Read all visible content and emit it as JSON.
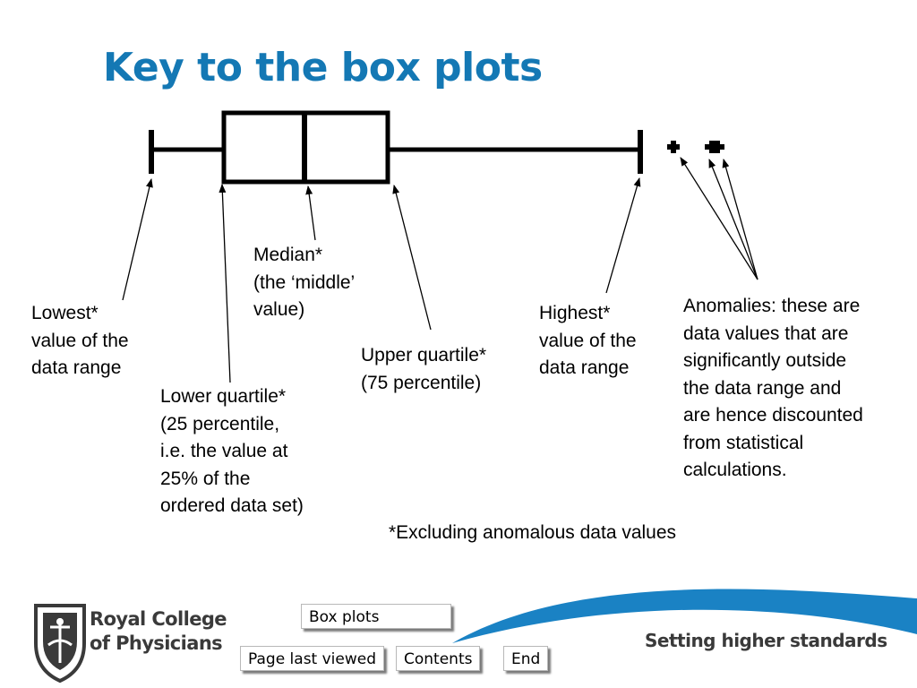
{
  "title": "Key to the box plots",
  "labels": {
    "lowest": "Lowest*\nvalue of the\ndata range",
    "median": "Median*\n(the ‘middle’\nvalue)",
    "lower_quartile": "Lower quartile*\n(25 percentile,\ni.e. the value at\n25% of the\nordered data set)",
    "upper_quartile": "Upper quartile*\n(75 percentile)",
    "highest": "Highest*\nvalue of the\ndata range",
    "anomalies": "Anomalies: these are\ndata values that are\nsignificantly outside\nthe data range and\nare hence discounted\nfrom statistical\ncalculations."
  },
  "footnote": "*Excluding anomalous data values",
  "nav": {
    "current_section": "Box plots",
    "page_last_viewed": "Page last viewed",
    "contents": "Contents",
    "end": "End"
  },
  "logo": {
    "line1": "Royal College",
    "line2": "of Physicians"
  },
  "tagline": "Setting higher standards",
  "colors": {
    "title": "#1478b4",
    "swoosh": "#1a82c4",
    "logo_text": "#3a3a3a"
  }
}
